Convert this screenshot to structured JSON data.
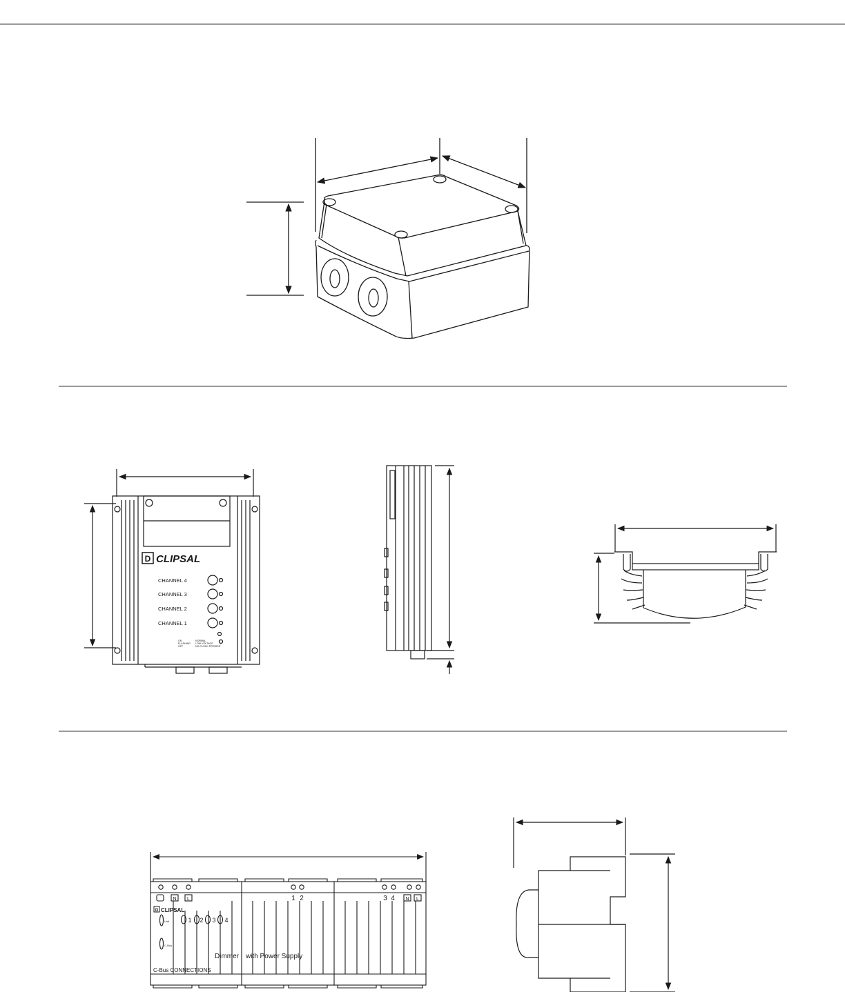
{
  "brand": {
    "logo_box_letter": "D",
    "logo_text": "CLIPSAL"
  },
  "dimmer_front": {
    "channels": [
      "CHANNEL 4",
      "CHANNEL 3",
      "CHANNEL 2",
      "CHANNEL 1"
    ],
    "legend_states": [
      "ON",
      "FLASHING",
      "OFF"
    ],
    "legend_meanings": [
      "NORMAL",
      "LOW VOLTAGE",
      "NO CLOCK PRESENT"
    ]
  },
  "din_rail_unit": {
    "channel_numbers": [
      "1",
      "2",
      "3",
      "4"
    ],
    "terminal_top_left": [
      "N",
      "L"
    ],
    "terminal_top_mid": [
      "1",
      "2"
    ],
    "terminal_top_right": [
      "3",
      "4"
    ],
    "terminal_top_right_labels": [
      "N",
      "L"
    ],
    "label_dimmer": "Dimmer",
    "label_supply": "with Power Supply",
    "label_bus": "C-Bus CONNECTIONS",
    "led_labels": [
      "Unit",
      "C-Bus"
    ]
  },
  "colors": {
    "line": "#1a1a1a",
    "rule": "#333333",
    "paper": "#ffffff"
  }
}
